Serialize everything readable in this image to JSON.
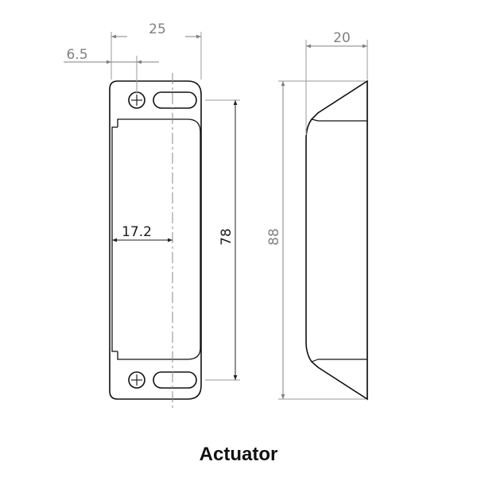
{
  "caption": "Actuator",
  "dimensions": {
    "overall_width": "25",
    "hole_offset": "6.5",
    "inner_half_width": "17.2",
    "inner_height": "78",
    "side_depth": "20",
    "overall_height": "88"
  },
  "colors": {
    "outline": "#111111",
    "dimension_grey": "#808080",
    "dimension_dark": "#1a1a1a"
  }
}
